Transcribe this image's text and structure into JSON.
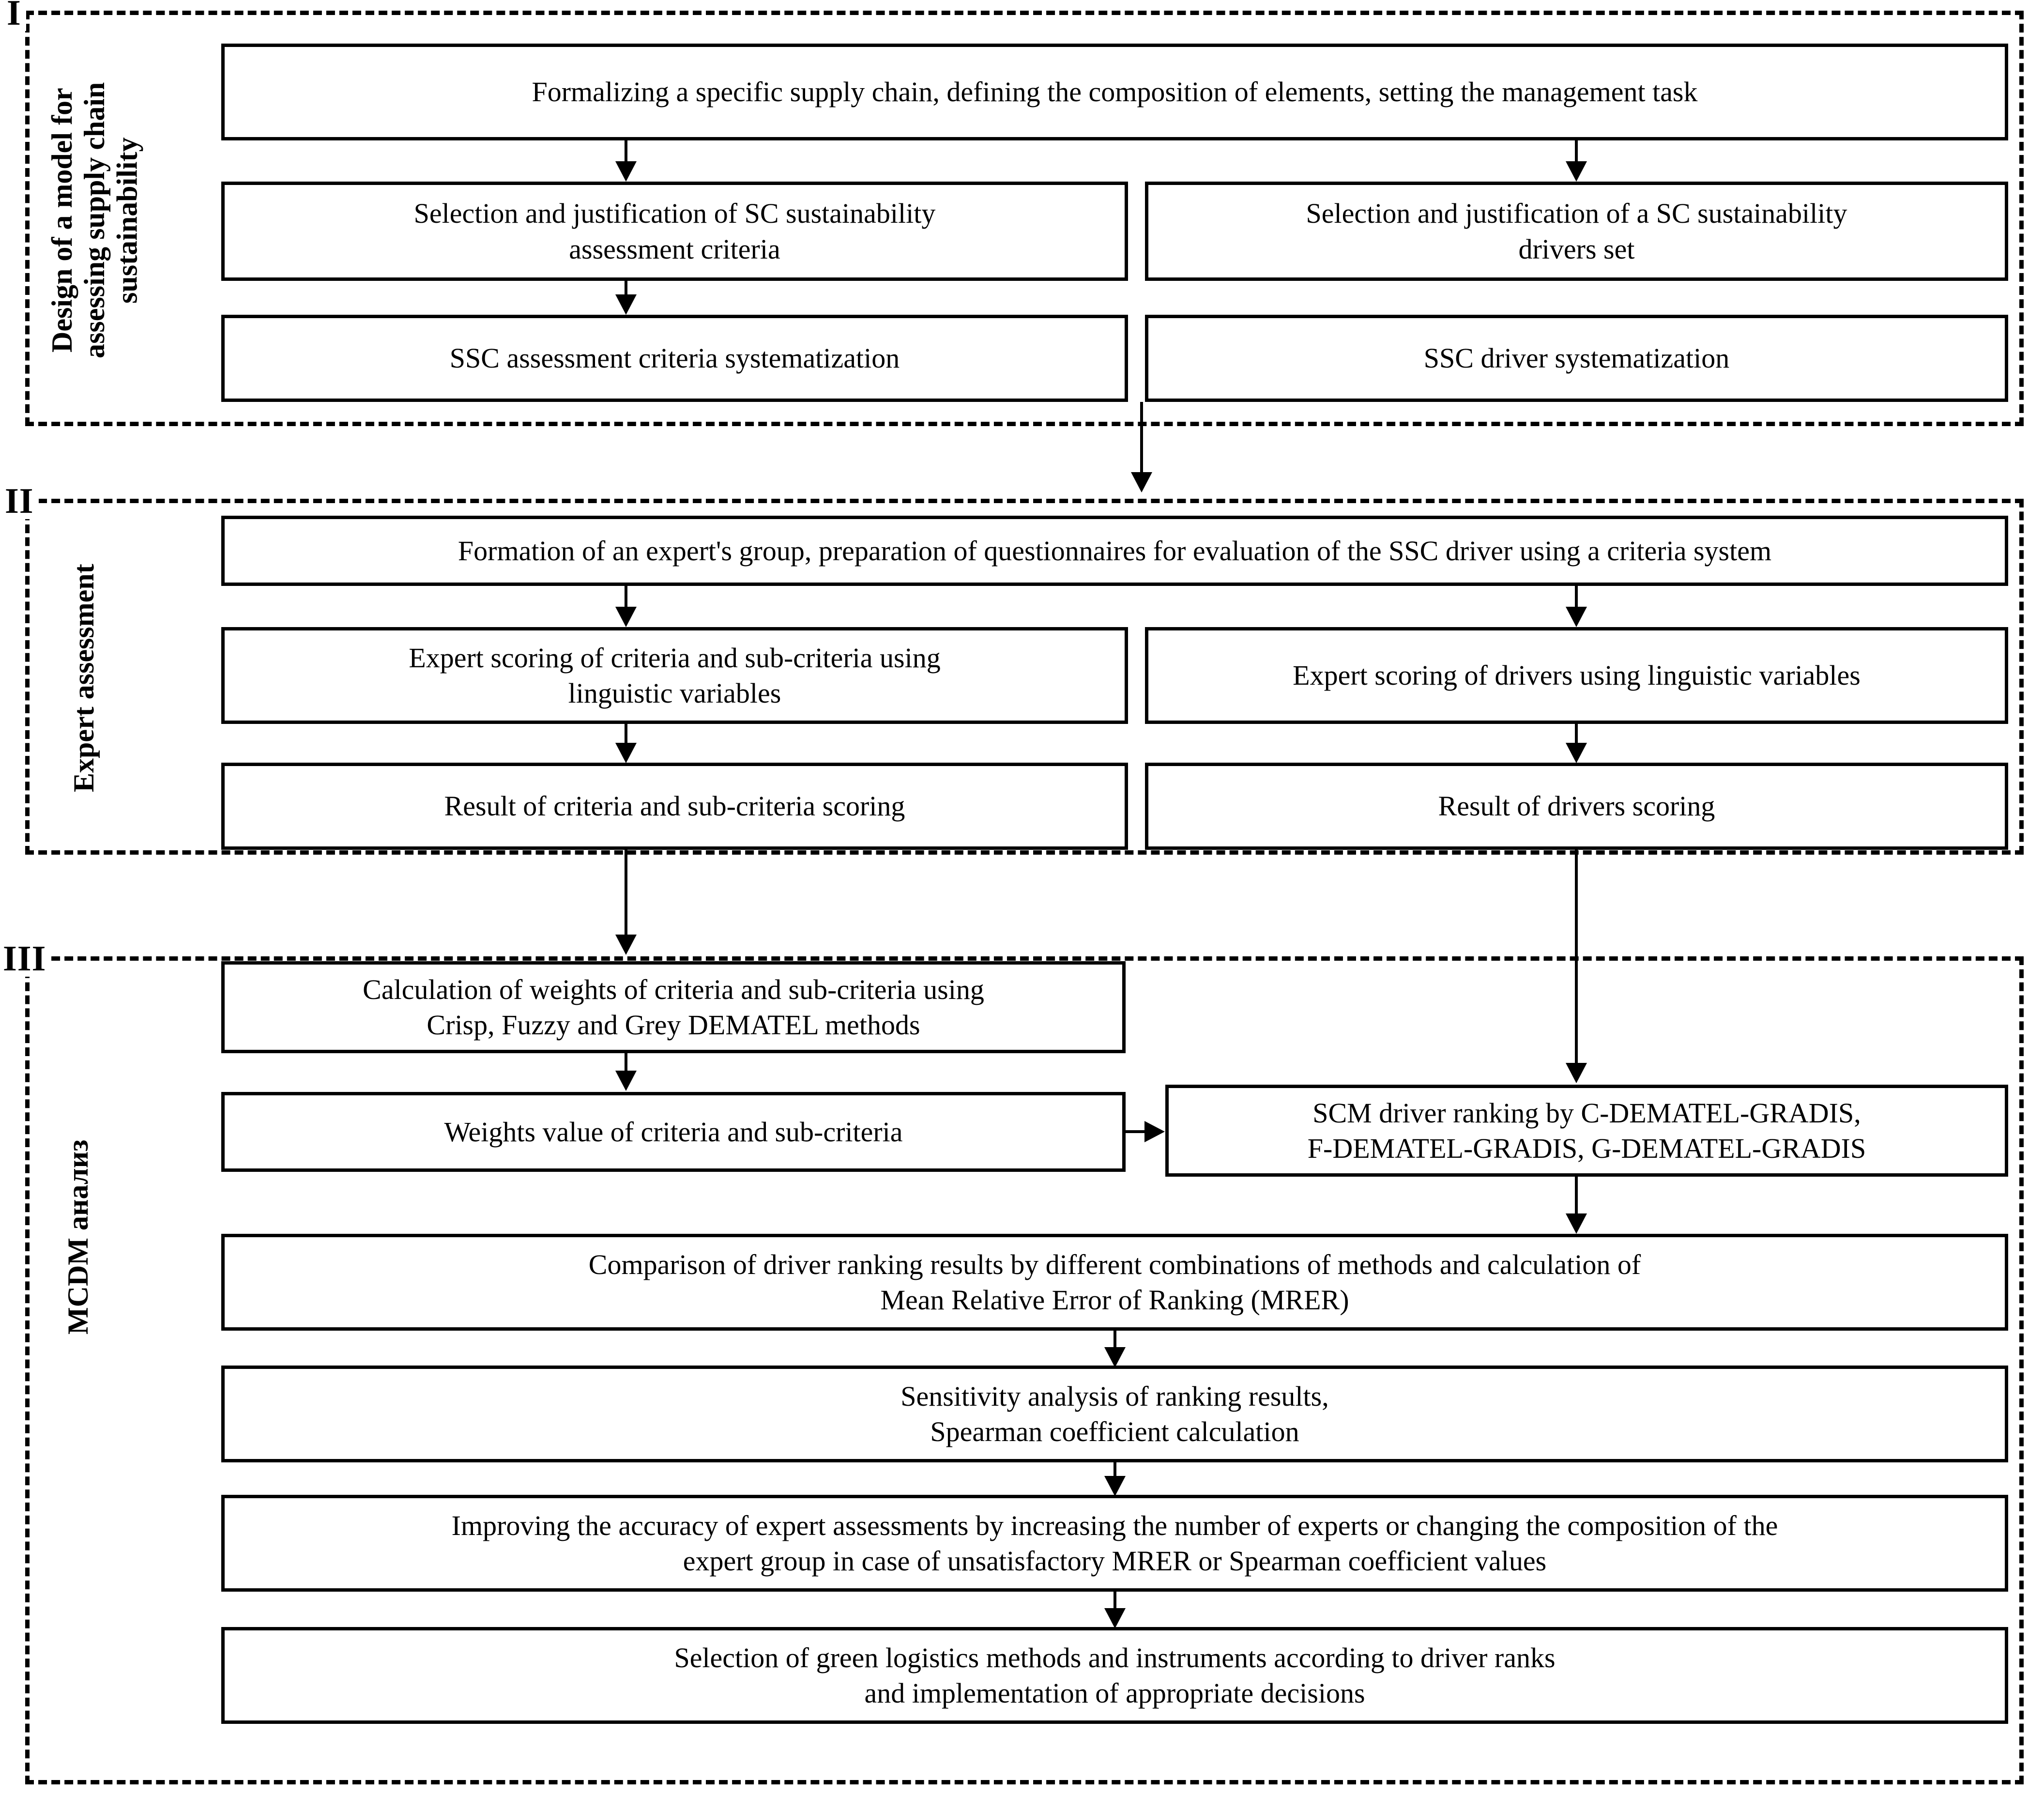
{
  "diagram": {
    "title_hidden": "",
    "stages": [
      {
        "numeral": "I",
        "caption": "Design of a model for\nassessing supply chain\nsustainability",
        "nodes": [
          {
            "id": "s1-n1",
            "text": "Formalizing a specific supply chain, defining the composition of elements, setting the management task"
          },
          {
            "id": "s1-n2",
            "text": "Selection and justification of SC sustainability\nassessment criteria"
          },
          {
            "id": "s1-n3",
            "text": "Selection and justification of a SC sustainability\ndrivers set"
          },
          {
            "id": "s1-n4",
            "text": "SSC assessment criteria systematization"
          },
          {
            "id": "s1-n5",
            "text": "SSC driver systematization"
          }
        ]
      },
      {
        "numeral": "II",
        "caption": "Expert assessment",
        "nodes": [
          {
            "id": "s2-n1",
            "text": "Formation of an expert's group, preparation of questionnaires for evaluation of the SSC driver using a criteria system"
          },
          {
            "id": "s2-n2",
            "text": "Expert scoring of criteria and sub-criteria using\nlinguistic variables"
          },
          {
            "id": "s2-n3",
            "text": "Expert scoring of drivers using linguistic variables"
          },
          {
            "id": "s2-n4",
            "text": "Result of criteria and sub-criteria scoring"
          },
          {
            "id": "s2-n5",
            "text": "Result of drivers scoring"
          }
        ]
      },
      {
        "numeral": "III",
        "caption": "MCDM анализ",
        "nodes": [
          {
            "id": "s3-n1",
            "text": "Calculation of weights of criteria and sub-criteria using\nCrisp, Fuzzy and Grey DEMATEL methods"
          },
          {
            "id": "s3-n2",
            "text": "Weights value of criteria and sub-criteria"
          },
          {
            "id": "s3-n3",
            "text": "SCM driver ranking by C-DEMATEL-GRADIS,\nF-DEMATEL-GRADIS, G-DEMATEL-GRADIS"
          },
          {
            "id": "s3-n4",
            "text": "Comparison of driver ranking results by different combinations of methods and calculation of\nMean Relative Error of Ranking (MRER)"
          },
          {
            "id": "s3-n5",
            "text": "Sensitivity analysis of ranking results,\nSpearman coefficient calculation"
          },
          {
            "id": "s3-n6",
            "text": "Improving the accuracy of expert assessments by increasing the number of experts or changing the composition of the\nexpert group in case of unsatisfactory MRER or Spearman coefficient values"
          },
          {
            "id": "s3-n7",
            "text": "Selection of green logistics methods and instruments according to driver ranks\nand implementation of appropriate decisions"
          }
        ]
      }
    ],
    "colors": {
      "stroke": "#000000",
      "fill": "#ffffff",
      "text": "#000000"
    }
  }
}
